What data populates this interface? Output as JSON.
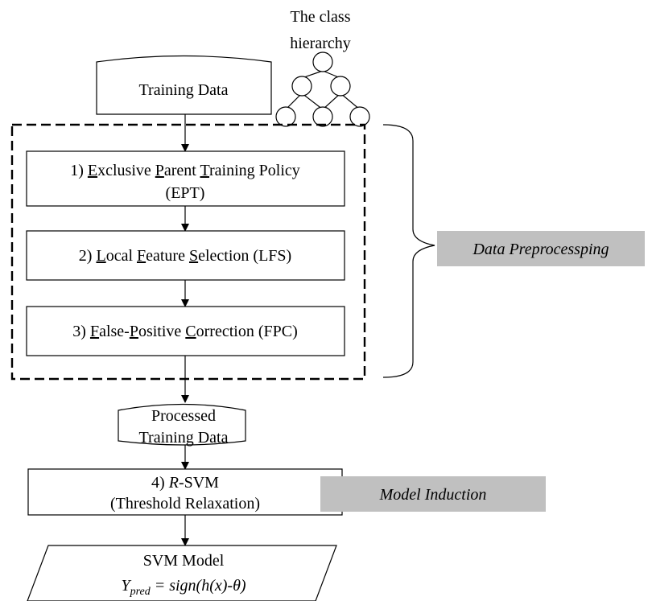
{
  "hierarchy": {
    "title_line1": "The class",
    "title_line2": "hierarchy"
  },
  "training_data": {
    "label": "Training Data"
  },
  "step1": {
    "line1": [
      {
        "text": "1) ",
        "u": false
      },
      {
        "text": "E",
        "u": true
      },
      {
        "text": "xclusive ",
        "u": false
      },
      {
        "text": "P",
        "u": true
      },
      {
        "text": "arent ",
        "u": false
      },
      {
        "text": "T",
        "u": true
      },
      {
        "text": "raining Policy",
        "u": false
      }
    ],
    "line2": "(EPT)"
  },
  "step2": {
    "line1": [
      {
        "text": "2) ",
        "u": false
      },
      {
        "text": "L",
        "u": true
      },
      {
        "text": "ocal ",
        "u": false
      },
      {
        "text": "F",
        "u": true
      },
      {
        "text": "eature ",
        "u": false
      },
      {
        "text": "S",
        "u": true
      },
      {
        "text": "election (LFS)",
        "u": false
      }
    ]
  },
  "step3": {
    "line1": [
      {
        "text": "3) ",
        "u": false
      },
      {
        "text": "F",
        "u": true
      },
      {
        "text": "alse-",
        "u": false
      },
      {
        "text": "P",
        "u": true
      },
      {
        "text": "ositive ",
        "u": false
      },
      {
        "text": "C",
        "u": true
      },
      {
        "text": "orrection (FPC)",
        "u": false
      }
    ]
  },
  "preprocessing_tag": {
    "label": "Data Preprocessping"
  },
  "processed_data": {
    "line1": "Processed",
    "line2": "Training Data"
  },
  "step4": {
    "prefix": "4) ",
    "r_italic": "R",
    "suffix": "-SVM",
    "line2": "(Threshold Relaxation)"
  },
  "model_induction_tag": {
    "label": "Model Induction"
  },
  "svm_model": {
    "line1": "SVM Model",
    "y": "Y",
    "sub": "pred",
    "eq": " = sign(h(x)-θ)"
  },
  "colors": {
    "tag_fill": "#c0c0c0",
    "stroke": "#000000"
  }
}
